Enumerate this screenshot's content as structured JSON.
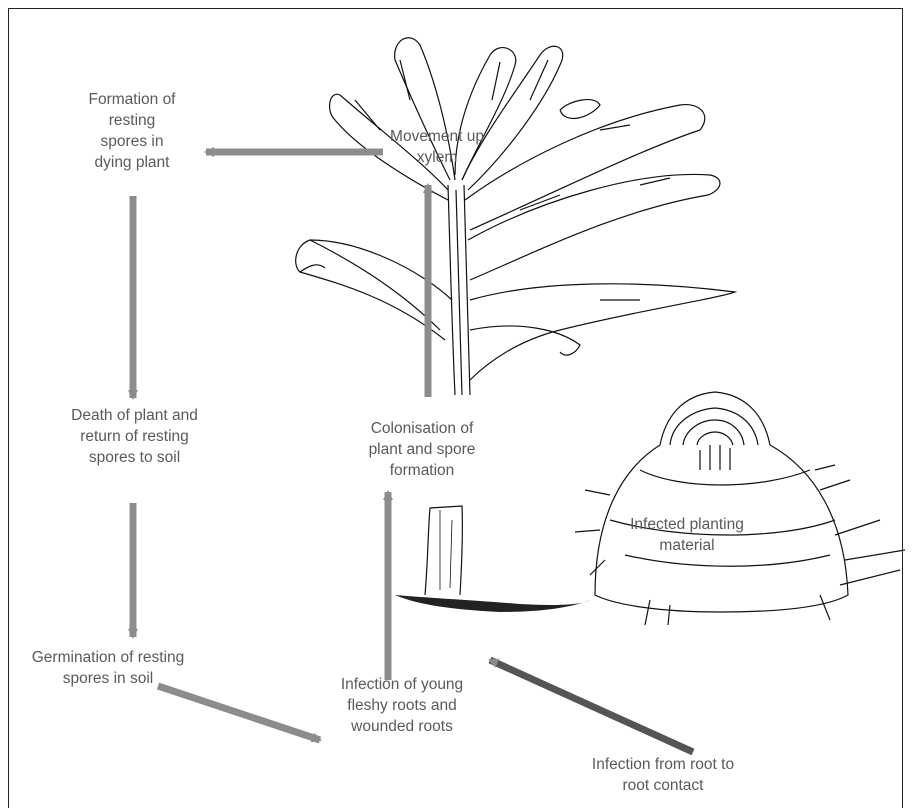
{
  "diagram": {
    "labels": {
      "formation": "Formation of\nresting\nspores in\ndying plant",
      "movement": "Movement up\nxylem",
      "death": "Death of plant and\nreturn of resting\nspores to soil",
      "colonisation": "Colonisation of\nplant and spore\nformation",
      "infected_planting": "Infected planting\nmaterial",
      "germination": "Germination of resting\nspores in soil",
      "infection_young": "Infection of young\nfleshy roots and\nwounded roots",
      "root_contact": "Infection from root to\nroot contact"
    },
    "colors": {
      "arrow": "#8c8c8c",
      "arrow_dark": "#555555",
      "text": "#5a5a5a",
      "ink": "#111111"
    }
  }
}
